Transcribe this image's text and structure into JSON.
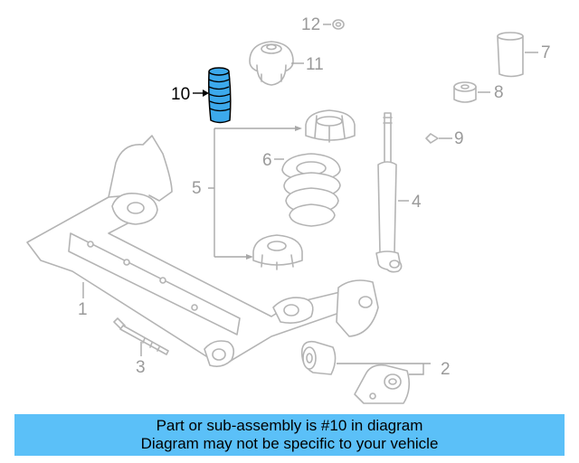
{
  "diagram": {
    "highlight_color": "#3ca9ec",
    "labels": {
      "callout_1": "1",
      "callout_2": "2",
      "callout_3": "3",
      "callout_4": "4",
      "callout_5": "5",
      "callout_6": "6",
      "callout_7": "7",
      "callout_8": "8",
      "callout_9": "9",
      "callout_10": "10",
      "callout_11": "11",
      "callout_12": "12"
    }
  },
  "banner": {
    "line1": "Part or sub-assembly is #10 in diagram",
    "line2": "Diagram may not be specific to your vehicle",
    "color": "#5bc0f8"
  }
}
